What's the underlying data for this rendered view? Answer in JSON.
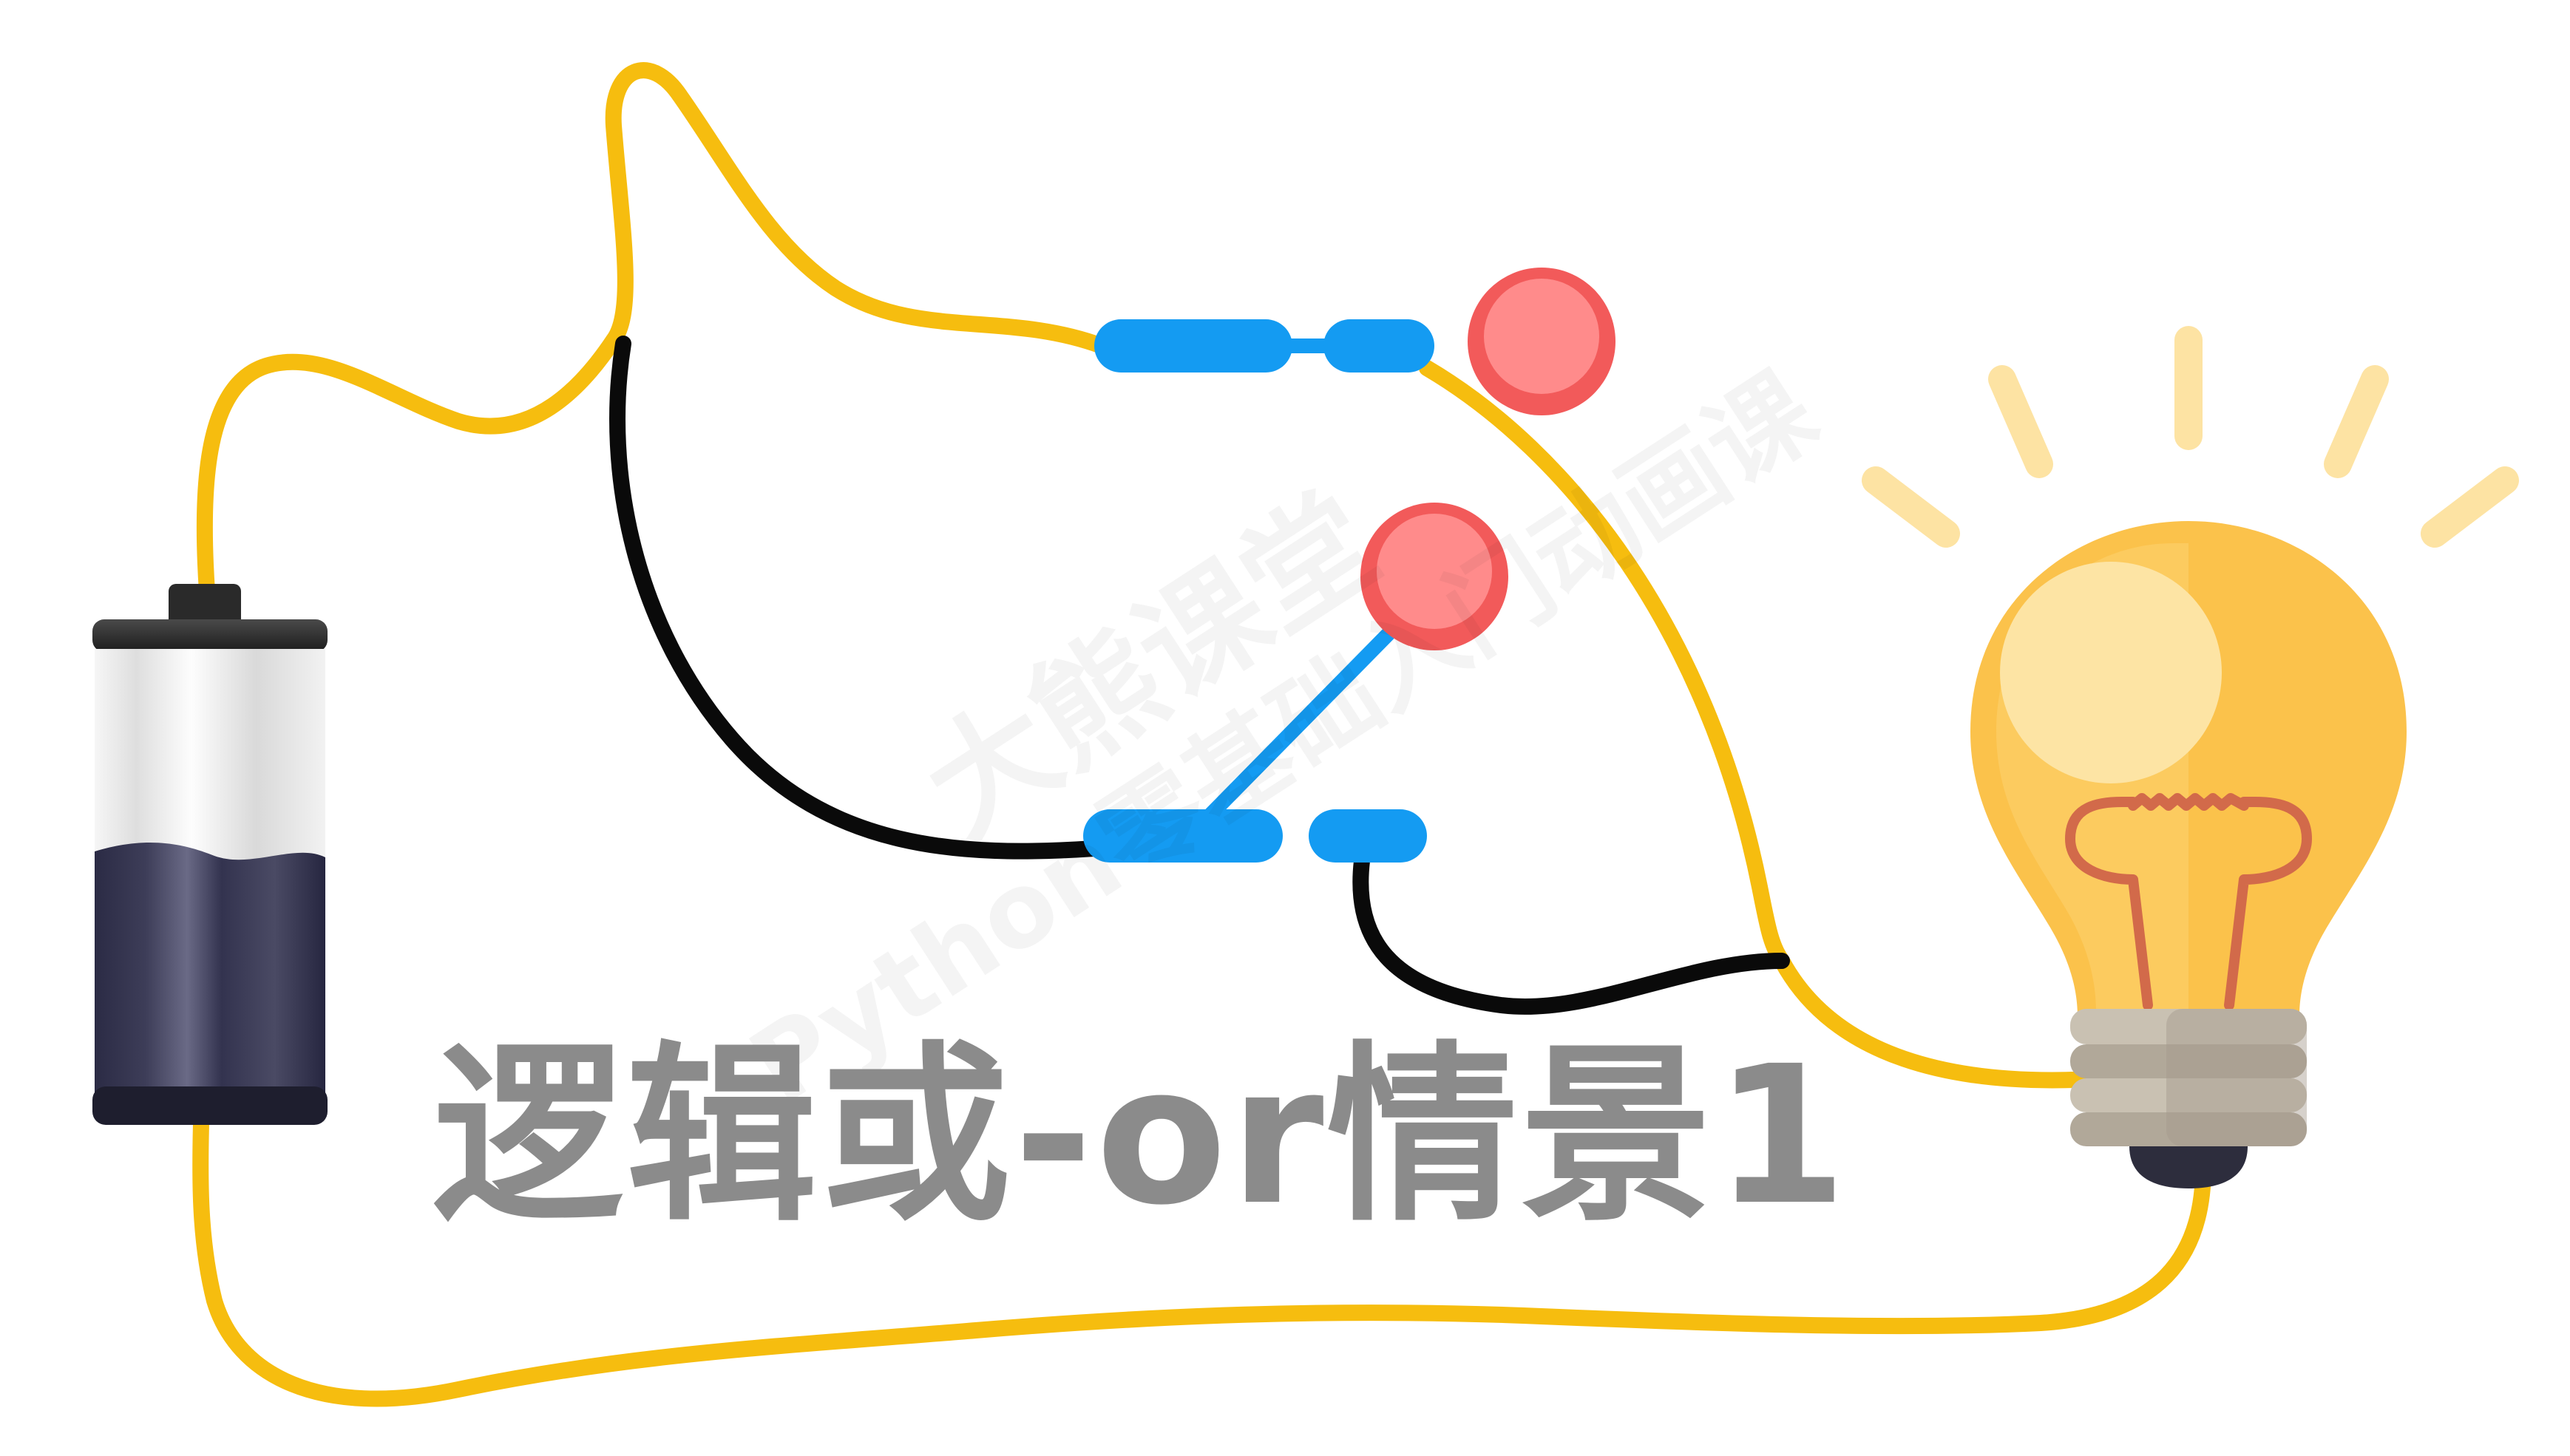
{
  "caption": "逻辑或-or情景1",
  "watermark": {
    "brand": "大熊课堂",
    "course": "Python零基础入门动画课"
  },
  "colors": {
    "wire_power": "#f6bd0f",
    "wire_ground": "#0a0a0a",
    "switch_bar": "#149bf2",
    "switch_knob": "#fb6b6b",
    "bulb_glass": "#fbc24b",
    "bulb_rays": "#fde3a3",
    "bulb_base": "#bdb4a5",
    "battery_fill": "#2f2f47",
    "caption_text": "#8b8b8b"
  },
  "state": {
    "switch_a": "closed",
    "switch_b": "open",
    "bulb": "on"
  }
}
